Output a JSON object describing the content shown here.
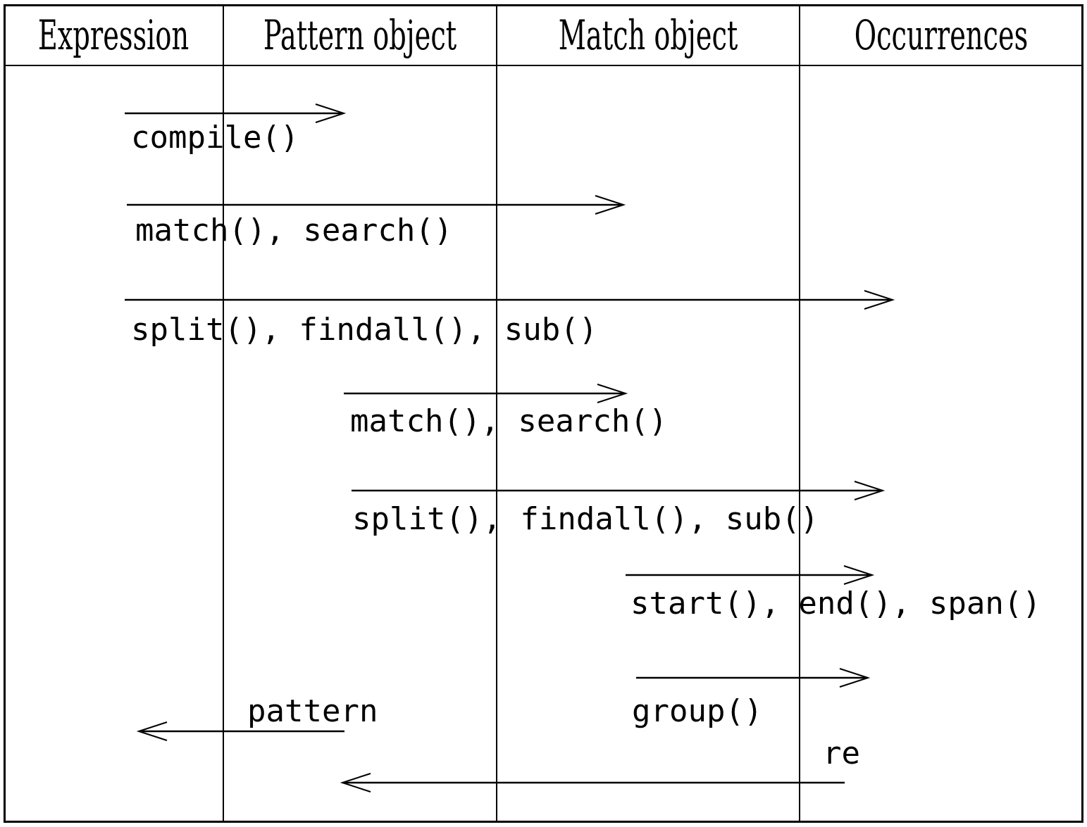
{
  "header": {
    "columns": [
      {
        "label": "Expression"
      },
      {
        "label": "Pattern object"
      },
      {
        "label": "Match object"
      },
      {
        "label": "Occurrences"
      }
    ]
  },
  "transitions": [
    {
      "label": "compile()",
      "from": "Expression",
      "to": "Pattern object",
      "direction": "right"
    },
    {
      "label": "match(), search()",
      "from": "Expression",
      "to": "Match object",
      "direction": "right"
    },
    {
      "label": "split(), findall(), sub()",
      "from": "Expression",
      "to": "Occurrences",
      "direction": "right"
    },
    {
      "label": "match(), search()",
      "from": "Pattern object",
      "to": "Match object",
      "direction": "right"
    },
    {
      "label": "split(), findall(), sub()",
      "from": "Pattern object",
      "to": "Occurrences",
      "direction": "right"
    },
    {
      "label": "start(), end(), span()",
      "from": "Match object",
      "to": "Occurrences",
      "direction": "right"
    },
    {
      "label": "group()",
      "from": "Match object",
      "to": "Occurrences",
      "direction": "right"
    },
    {
      "label": "pattern",
      "from": "Pattern object",
      "to": "Expression",
      "direction": "left"
    },
    {
      "label": "re",
      "from": "Match object",
      "to": "Pattern object",
      "direction": "left"
    }
  ],
  "colors": {
    "line": "#000000",
    "background": "#ffffff",
    "text": "#000000"
  }
}
